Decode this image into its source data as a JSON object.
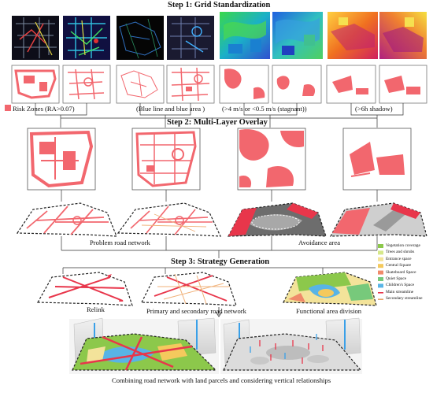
{
  "steps": {
    "step1": "Step 1: Grid Standardization",
    "step2": "Step 2: Multi-Layer Overlay",
    "step3": "Step 3: Strategy Generation"
  },
  "criteria": {
    "risk": "Risk Zones  (RA>0.07)",
    "blue": "(Blue line and  blue area )",
    "wind": "(>4 m/s or <0.5 m/s (stagnant))",
    "shadow": "(>6h shadow)"
  },
  "outputs": {
    "problem_network": "Problem road network",
    "avoidance": "Avoidance area"
  },
  "strategies": {
    "relink": "Relink",
    "primary_secondary": "Primary and secondary road network",
    "functional": "Functional area division"
  },
  "final_caption": "Combining road network with land parcels and considering vertical relationships",
  "legend": [
    {
      "label": "Vegetation coverage",
      "color": "#8cc84b"
    },
    {
      "label": "Trees and shrubs",
      "color": "#d6e88a"
    },
    {
      "label": "Entrance space",
      "color": "#f3e39a"
    },
    {
      "label": "Central Square",
      "color": "#f4c95d"
    },
    {
      "label": "Skateboard Space",
      "color": "#f08a6a"
    },
    {
      "label": "Quiet Space",
      "color": "#77c97b"
    },
    {
      "label": "Children's Space",
      "color": "#58b4e6"
    },
    {
      "label": "Main streamline",
      "color": "#e8364b"
    },
    {
      "label": "Secondary streamline",
      "color": "#e8a46a"
    }
  ],
  "colors": {
    "risk_red": "#f2676e",
    "frame": "#444444",
    "road_red": "#e8364b",
    "road_orange": "#f0b27a",
    "avoid_gray": "#6d6d6d"
  }
}
